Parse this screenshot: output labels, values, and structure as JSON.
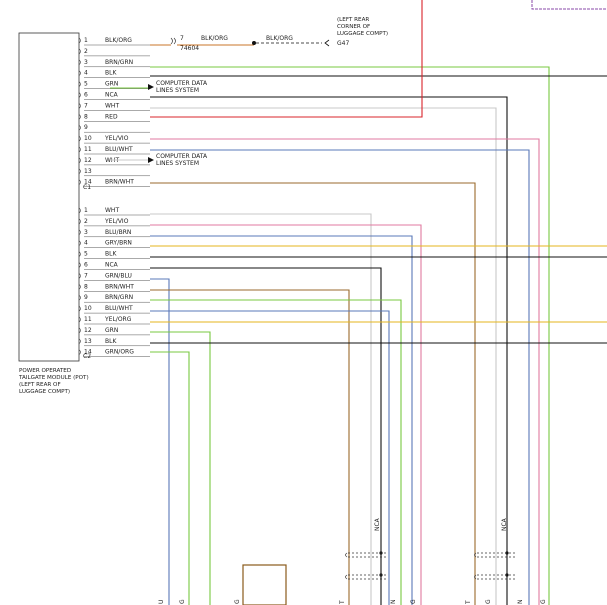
{
  "colors": {
    "BLK": "#111111",
    "NCA": "#111111",
    "WHT": "#c8c8c8",
    "RED": "#d8242b",
    "BRN": "#9a6a2c",
    "GRN": "#78c840",
    "BLU": "#5a78b8",
    "YEL": "#e4b61c",
    "VIO": "#e07aa0",
    "GRY": "#b89a6a",
    "ORG": "#c8742a",
    "PURPLE": "#8a4aa8",
    "BOX": "#8a5a1a"
  },
  "module": {
    "caption": [
      "POWER OPERATED",
      "TAILGATE MODULE (POT)",
      "(LEFT REAR OF",
      "LUGGAGE COMPT)"
    ]
  },
  "connector1": {
    "name": "C1",
    "pins": [
      {
        "pin": "1",
        "label": "BLK/ORG",
        "color": "ORG"
      },
      {
        "pin": "2",
        "label": "",
        "color": ""
      },
      {
        "pin": "3",
        "label": "BRN/GRN",
        "color": "GRN"
      },
      {
        "pin": "4",
        "label": "BLK",
        "color": "BLK"
      },
      {
        "pin": "5",
        "label": "GRN",
        "color": "GRN"
      },
      {
        "pin": "6",
        "label": "NCA",
        "color": "NCA"
      },
      {
        "pin": "7",
        "label": "WHT",
        "color": "WHT"
      },
      {
        "pin": "8",
        "label": "RED",
        "color": "RED"
      },
      {
        "pin": "9",
        "label": "",
        "color": ""
      },
      {
        "pin": "10",
        "label": "YEL/VIO",
        "color": "VIO"
      },
      {
        "pin": "11",
        "label": "BLU/WHT",
        "color": "BLU"
      },
      {
        "pin": "12",
        "label": "WHT",
        "color": "WHT"
      },
      {
        "pin": "13",
        "label": "",
        "color": ""
      },
      {
        "pin": "14",
        "label": "BRN/WHT",
        "color": "BRN"
      }
    ]
  },
  "connector2": {
    "name": "C2",
    "pins": [
      {
        "pin": "1",
        "label": "WHT",
        "color": "WHT"
      },
      {
        "pin": "2",
        "label": "YEL/VIO",
        "color": "VIO"
      },
      {
        "pin": "3",
        "label": "BLU/BRN",
        "color": "BLU"
      },
      {
        "pin": "4",
        "label": "GRY/BRN",
        "color": "GRY"
      },
      {
        "pin": "5",
        "label": "BLK",
        "color": "BLK"
      },
      {
        "pin": "6",
        "label": "NCA",
        "color": "NCA"
      },
      {
        "pin": "7",
        "label": "GRN/BLU",
        "color": "BLU"
      },
      {
        "pin": "8",
        "label": "BRN/WHT",
        "color": "BRN"
      },
      {
        "pin": "9",
        "label": "BRN/GRN",
        "color": "GRN"
      },
      {
        "pin": "10",
        "label": "BLU/WHT",
        "color": "BLU"
      },
      {
        "pin": "11",
        "label": "YEL/ORG",
        "color": "YEL"
      },
      {
        "pin": "12",
        "label": "GRN",
        "color": "GRN"
      },
      {
        "pin": "13",
        "label": "BLK",
        "color": "BLK"
      },
      {
        "pin": "14",
        "label": "GRN/ORG",
        "color": "GRN"
      }
    ]
  },
  "inline_connector": {
    "pin": "7",
    "ref": "74604",
    "wire_label": "BLK/ORG"
  },
  "ground": {
    "wire_label": "BLK/ORG",
    "id": "G47",
    "caption": [
      "(LEFT REAR",
      "CORNER OF",
      "LUGGAGE COMPT)"
    ]
  },
  "data_lines": {
    "text": [
      "COMPUTER DATA",
      "LINES SYSTEM"
    ]
  },
  "vertical_labels": [
    "NCA",
    "NCA"
  ],
  "bottom_labels": [
    "U",
    "G",
    "G",
    "T",
    "N",
    "G",
    "T",
    "G",
    "N",
    "G"
  ]
}
